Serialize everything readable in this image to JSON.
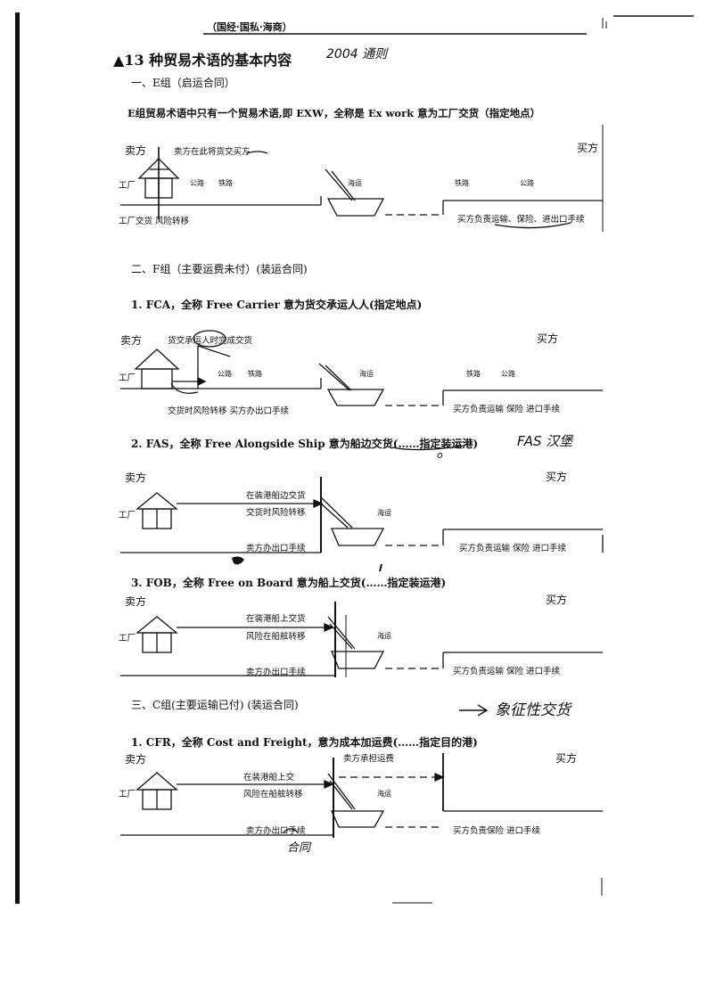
{
  "header": "（国经·国私·海商）",
  "title": "▲13 种贸易术语的基本内容",
  "handwritten": {
    "title_note": "2004 通则",
    "fas_note": "FAS 汉堡",
    "fas_mark": "o",
    "c_group_note": "象征性交货",
    "cfr_note": "合同"
  },
  "sections": {
    "e_group": {
      "heading": "一、E组（启运合同）",
      "intro": "E组贸易术语中只有一个贸易术语,即 EXW，全称是 Ex work 意为工厂交货（指定地点）",
      "seller": "卖方",
      "buyer": "买方",
      "handover": "卖方在此将货交买方",
      "factory": "工厂",
      "road": "公路",
      "rail": "铁路",
      "sea": "海运",
      "rail_b": "铁路",
      "road_b": "公路",
      "left_note": "工厂交货 风险转移",
      "right_note": "买方负责运输、保险、进出口手续"
    },
    "f_group": {
      "heading": "二、F组（主要运费未付）(装运合同)",
      "fca": {
        "title": "1. FCA，全称 Free Carrier 意为货交承运人人(指定地点)",
        "seller": "卖方",
        "buyer": "买方",
        "handover": "货交承运人时完成交货",
        "factory": "工厂",
        "road": "公路",
        "rail": "铁路",
        "sea": "海运",
        "rail_b": "铁路",
        "road_b": "公路",
        "left_note": "交货时风险转移 买方办出口手续",
        "right_note": "买方负责运输 保险 进口手续"
      },
      "fas": {
        "title": "2. FAS，全称 Free Alongside Ship 意为船边交货(……指定装运港)",
        "seller": "卖方",
        "buyer": "买方",
        "line1": "在装港船边交货",
        "line2": "交货时风险转移",
        "factory": "工厂",
        "sea": "海运",
        "left_note": "卖方办出口手续",
        "right_note": "买方负责运输 保险 进口手续"
      },
      "fob": {
        "title": "3. FOB，全称 Free on Board 意为船上交货(……指定装运港)",
        "seller": "卖方",
        "buyer": "买方",
        "line1": "在装港船上交货",
        "line2": "风险在船舷转移",
        "factory": "工厂",
        "sea": "海运",
        "left_note": "卖方办出口手续",
        "right_note": "买方负责运输 保险 进口手续"
      }
    },
    "c_group": {
      "heading": "三、C组(主要运输已付) (装运合同)",
      "cfr": {
        "title": "1. CFR，全称 Cost and Freight，意为成本加运费(……指定目的港)",
        "seller": "卖方",
        "buyer": "买方",
        "freight": "卖方承担运费",
        "line1": "在装港船上交",
        "line2": "风险在船舷转移",
        "factory": "工厂",
        "sea": "海运",
        "left_note": "卖方办出口手续",
        "right_note": "买方负责保险 进口手续"
      }
    }
  }
}
